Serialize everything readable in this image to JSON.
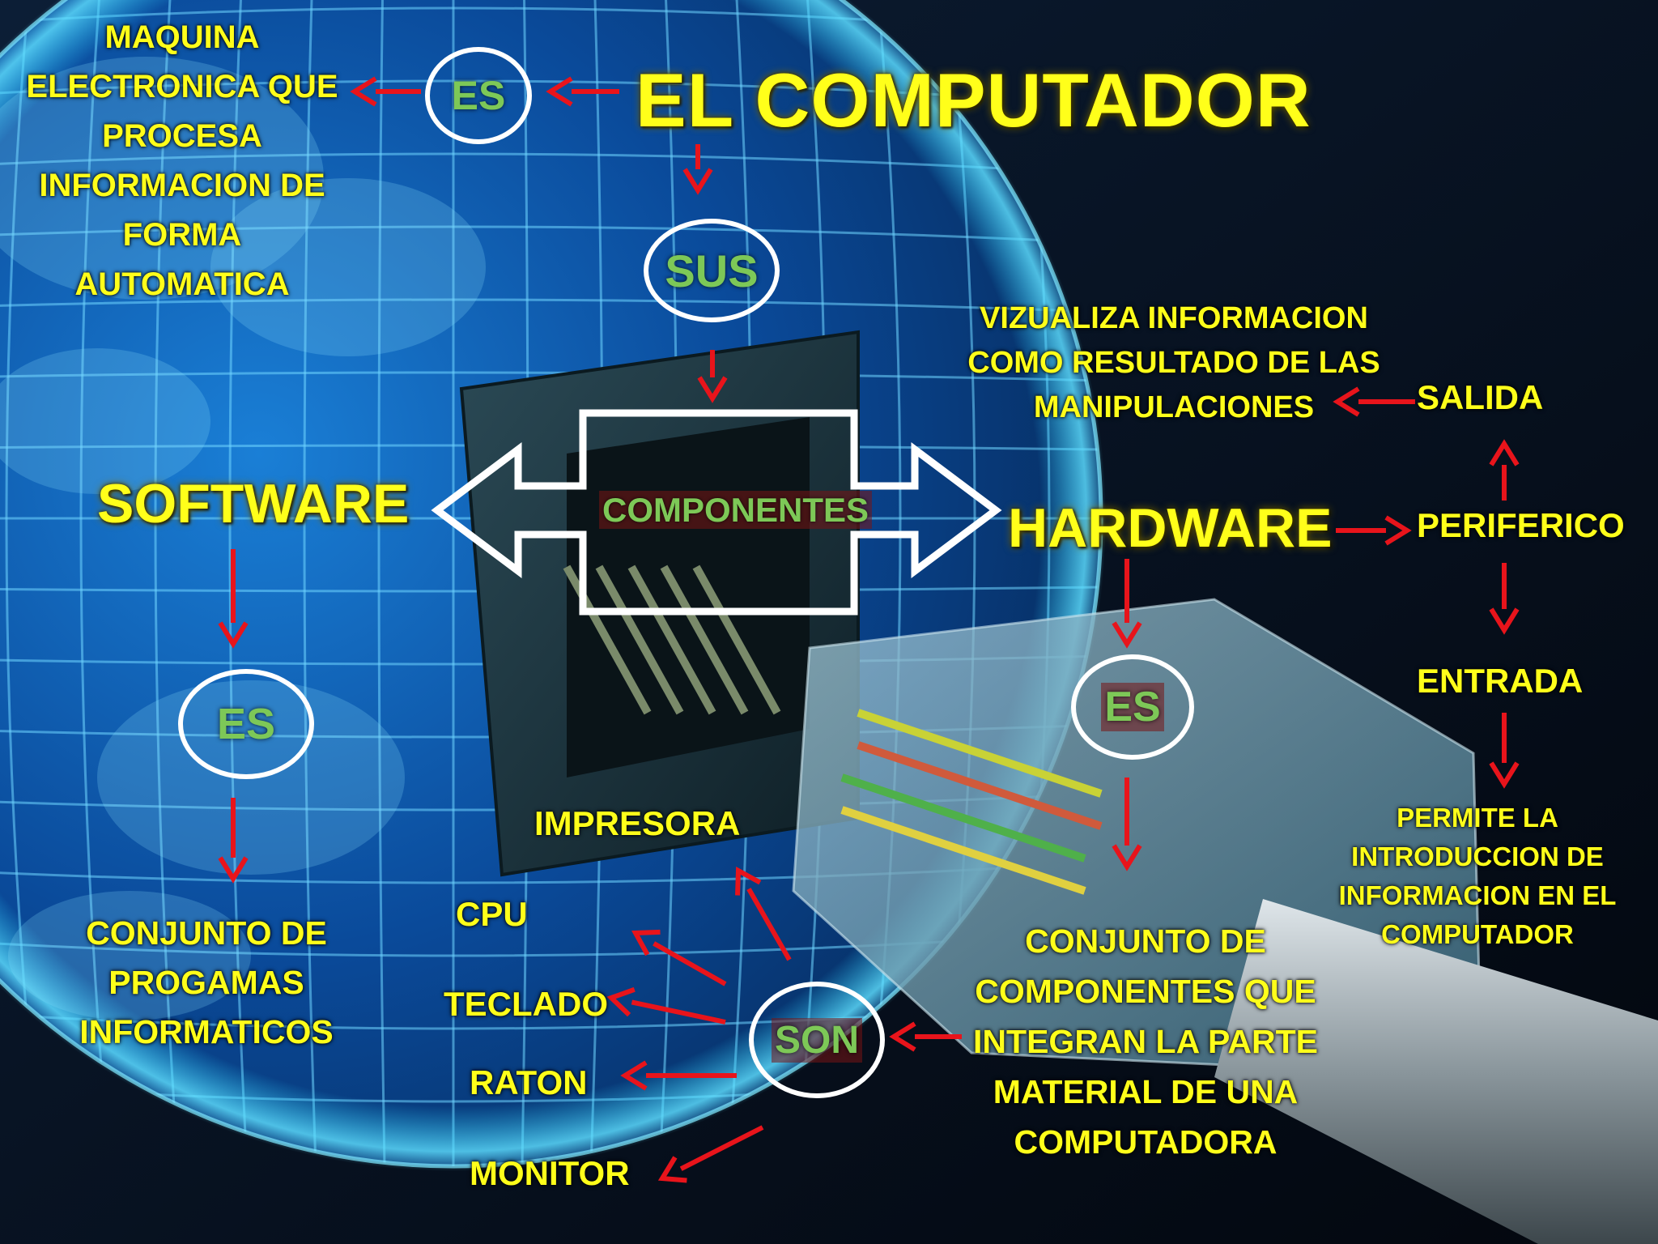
{
  "title": "EL COMPUTADOR",
  "colors": {
    "label_yellow": "#ffff1a",
    "node_green": "#7dc857",
    "arrow_red": "#e8141b",
    "circle_white": "#ffffff",
    "background_blue": "#0a3a78"
  },
  "nodes": {
    "es_top": "ES",
    "definition": [
      "MAQUINA",
      "ELECTRONICA QUE",
      "PROCESA",
      "INFORMACION DE",
      "FORMA",
      "AUTOMATICA"
    ],
    "sus": "SUS",
    "componentes": "COMPONENTES",
    "software": "SOFTWARE",
    "hardware": "HARDWARE",
    "es_software": "ES",
    "software_def": [
      "CONJUNTO DE",
      "PROGAMAS",
      "INFORMATICOS"
    ],
    "es_hardware": "ES",
    "hardware_def": [
      "CONJUNTO DE",
      "COMPONENTES QUE",
      "INTEGRAN  LA PARTE",
      "MATERIAL DE UNA",
      "COMPUTADORA"
    ],
    "son": "SON",
    "devices": [
      "IMPRESORA",
      "CPU",
      "TECLADO",
      "RATON",
      "MONITOR"
    ],
    "periferico": "PERIFERICO",
    "salida": "SALIDA",
    "salida_def": [
      "VIZUALIZA INFORMACION",
      "COMO RESULTADO DE LAS",
      "MANIPULACIONES"
    ],
    "entrada": "ENTRADA",
    "entrada_def": [
      "PERMITE LA",
      "INTRODUCCION DE",
      "INFORMACION EN EL",
      "COMPUTADOR"
    ]
  }
}
